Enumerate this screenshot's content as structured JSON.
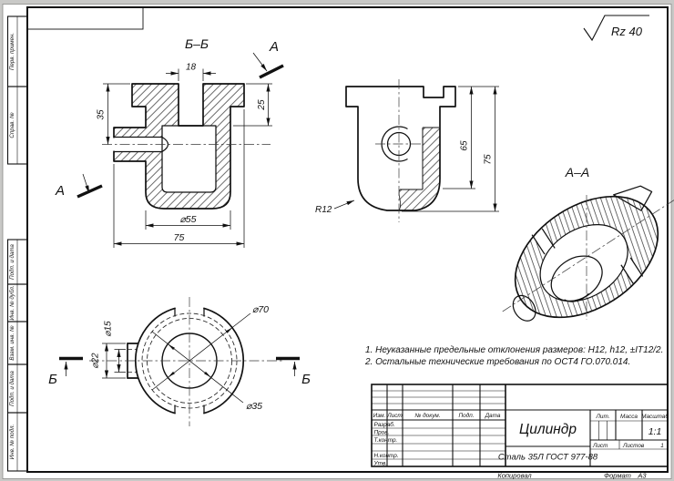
{
  "surface_finish": "Rz 40",
  "labels": {
    "section_bb": "Б–Б",
    "section_aa": "А–А",
    "cut_a": "А",
    "cut_b": "Б"
  },
  "dims": {
    "slot_width": "18",
    "boss_axis": "35",
    "slot_depth": "25",
    "body_dia": "⌀55",
    "overall_width": "75",
    "bore_depth": "65",
    "height": "75",
    "bottom_radius": "R12",
    "boss_bore": "⌀15",
    "boss_dia": "⌀22",
    "outer_dia": "⌀70",
    "bore_dia": "⌀35"
  },
  "tech_requirements": {
    "line1": "1. Неуказанные предельные отклонения размеров: Н12, h12, ±IT12/2.",
    "line2": "2. Остальные технические требования по ОСТ4 ГО.070.014."
  },
  "title_block": {
    "doc_title": "Цилиндр",
    "material": "Сталь 35Л ГОСТ 977-88",
    "col_izm": "Изм.",
    "col_list": "Лист",
    "col_ndoc": "№ докум.",
    "col_podp": "Подп.",
    "col_data": "Дата",
    "row_razrab": "Разраб.",
    "row_prov": "Пров.",
    "row_tkontr": "Т.контр.",
    "row_nkontr": "Н.контр.",
    "row_utv": "Утв.",
    "lit_label": "Лит.",
    "mass_label": "Масса",
    "scale_label": "Масштаб",
    "scale_value": "1:1",
    "list_label": "Лист",
    "listov_label": "Листов",
    "listov_value": "1",
    "kopiroval": "Копировал",
    "format_label": "Формат",
    "format_value": "А3"
  },
  "margin": {
    "items": [
      {
        "label": "Перв. примен."
      },
      {
        "label": "Справ. №"
      },
      {
        "label": "Подп. и дата"
      },
      {
        "label": "Инв. № дубл."
      },
      {
        "label": "Взам. инв. №"
      },
      {
        "label": "Подп. и дата"
      },
      {
        "label": "Инв. № подл."
      }
    ]
  }
}
